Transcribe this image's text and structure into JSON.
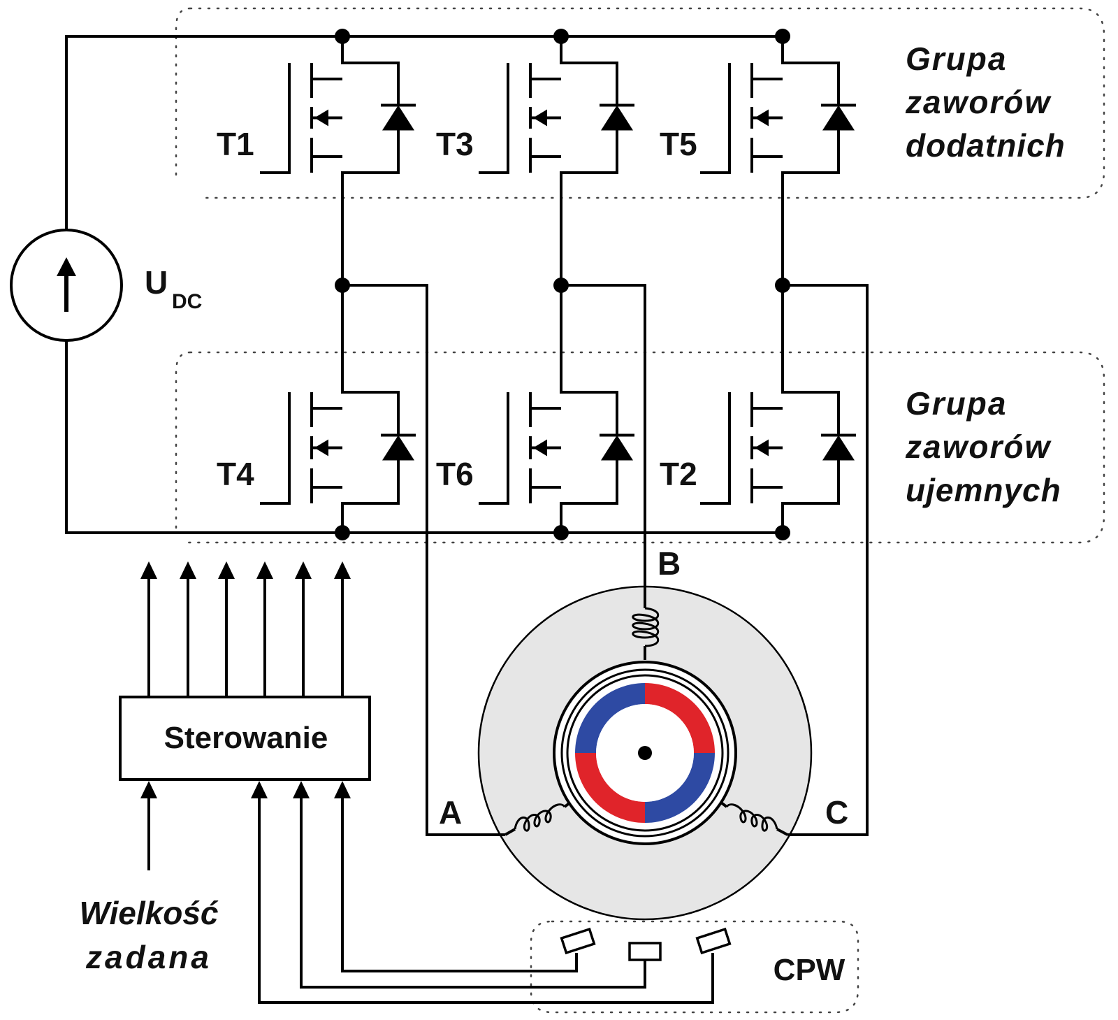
{
  "transistors": {
    "upper": [
      "T1",
      "T3",
      "T5"
    ],
    "lower": [
      "T4",
      "T6",
      "T2"
    ]
  },
  "source": {
    "label_main": "U",
    "label_sub": "DC"
  },
  "groups": {
    "positive": [
      "Grupa",
      "zaworów",
      "dodatnich"
    ],
    "negative": [
      "Grupa",
      "zaworów",
      "ujemnych"
    ]
  },
  "phases": {
    "a": "A",
    "b": "B",
    "c": "C"
  },
  "control": {
    "label": "Sterowanie"
  },
  "setpoint": [
    "Wielkość",
    "zadana"
  ],
  "sensor": {
    "label": "CPW"
  },
  "colors": {
    "wire": "#000000",
    "motor_body": "#e6e6e6",
    "rotor_red": "#e0242a",
    "rotor_blue": "#2e4aa3"
  }
}
